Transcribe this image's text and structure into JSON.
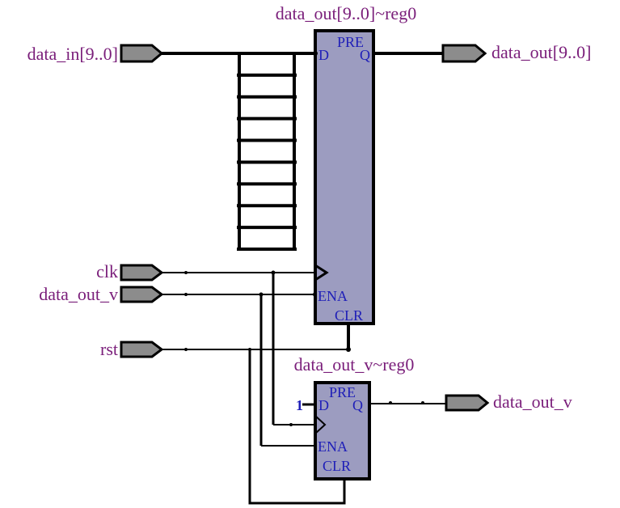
{
  "diagram": {
    "type": "RTL schematic",
    "colors": {
      "label": "#7a1e7a",
      "pin_label": "#1f1fb8",
      "register_fill": "#9c9cc0",
      "port_fill": "#8c8c8c",
      "wire": "#000000"
    },
    "inputs": [
      {
        "id": "data_in",
        "label": "data_in[9..0]",
        "bus": true
      },
      {
        "id": "clk",
        "label": "clk",
        "bus": false
      },
      {
        "id": "data_out_v_in",
        "label": "data_out_v",
        "bus": false
      },
      {
        "id": "rst",
        "label": "rst",
        "bus": false
      }
    ],
    "outputs": [
      {
        "id": "data_out",
        "label": "data_out[9..0]",
        "bus": true
      },
      {
        "id": "data_out_v_out",
        "label": "data_out_v",
        "bus": false
      }
    ],
    "registers": [
      {
        "id": "reg_data",
        "name": "data_out[9..0]~reg0",
        "pins": {
          "pre": "PRE",
          "d": "D",
          "q": "Q",
          "ena": "ENA",
          "clr": "CLR"
        }
      },
      {
        "id": "reg_valid",
        "name": "data_out_v~reg0",
        "pins": {
          "pre": "PRE",
          "d": "D",
          "q": "Q",
          "ena": "ENA",
          "clr": "CLR"
        },
        "d_constant": "1"
      }
    ],
    "bus_width": 10,
    "connections": [
      {
        "from": "data_in[9..0]",
        "to": "data_out[9..0]~reg0.D"
      },
      {
        "from": "data_out[9..0]~reg0.Q",
        "to": "data_out[9..0]"
      },
      {
        "from": "clk",
        "to": [
          "data_out[9..0]~reg0.CLK",
          "data_out_v~reg0.CLK"
        ]
      },
      {
        "from": "data_out_v",
        "to": [
          "data_out[9..0]~reg0.ENA",
          "data_out_v~reg0.ENA"
        ]
      },
      {
        "from": "rst",
        "to": [
          "data_out[9..0]~reg0.CLR",
          "data_out_v~reg0.CLR"
        ]
      },
      {
        "from": "1",
        "to": "data_out_v~reg0.D"
      },
      {
        "from": "data_out_v~reg0.Q",
        "to": "data_out_v"
      }
    ]
  }
}
